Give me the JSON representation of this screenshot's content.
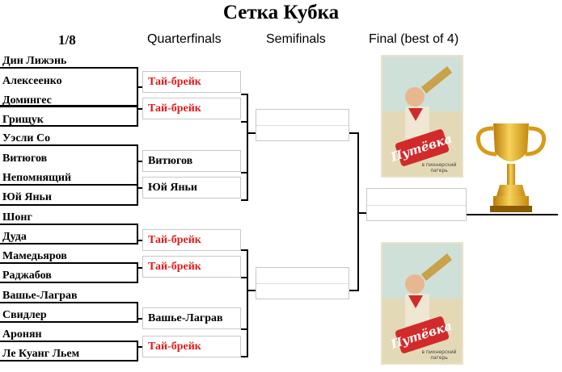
{
  "title": "Сетка Кубка",
  "headers": {
    "r16": "1/8",
    "qf": "Quarterfinals",
    "sf": "Semifinals",
    "final": "Final (best of 4)"
  },
  "players": [
    "Дин Лижэнь",
    "Алексеенко",
    "Домингес",
    "Грищук",
    "Уэсли Со",
    "Витюгов",
    "Непомнящий",
    "Юй Яньи",
    "Шонг",
    "Дуда",
    "Мамедьяров",
    "Раджабов",
    "Вашье-Лаграв",
    "Свидлер",
    "Аронян",
    "Ле Куанг Льем"
  ],
  "quarterfinals": [
    {
      "text": "Тай-брейк",
      "status": "tiebreak"
    },
    {
      "text": "Тай-брейк",
      "status": "tiebreak"
    },
    {
      "text": "Витюгов",
      "status": "winner"
    },
    {
      "text": "Юй Яньи",
      "status": "winner"
    },
    {
      "text": "Тай-брейк",
      "status": "tiebreak"
    },
    {
      "text": "Тай-брейк",
      "status": "tiebreak"
    },
    {
      "text": "Вашье-Лаграв",
      "status": "winner"
    },
    {
      "text": "Тай-брейк",
      "status": "tiebreak"
    }
  ],
  "poster_text": "Путёвка",
  "poster_subtext": "в пионерский лагерь",
  "colors": {
    "tiebreak": "#e01b1b",
    "bracket_line": "#000000",
    "slot_border": "#c8c8c8",
    "trophy_gold": "#e8a514"
  }
}
